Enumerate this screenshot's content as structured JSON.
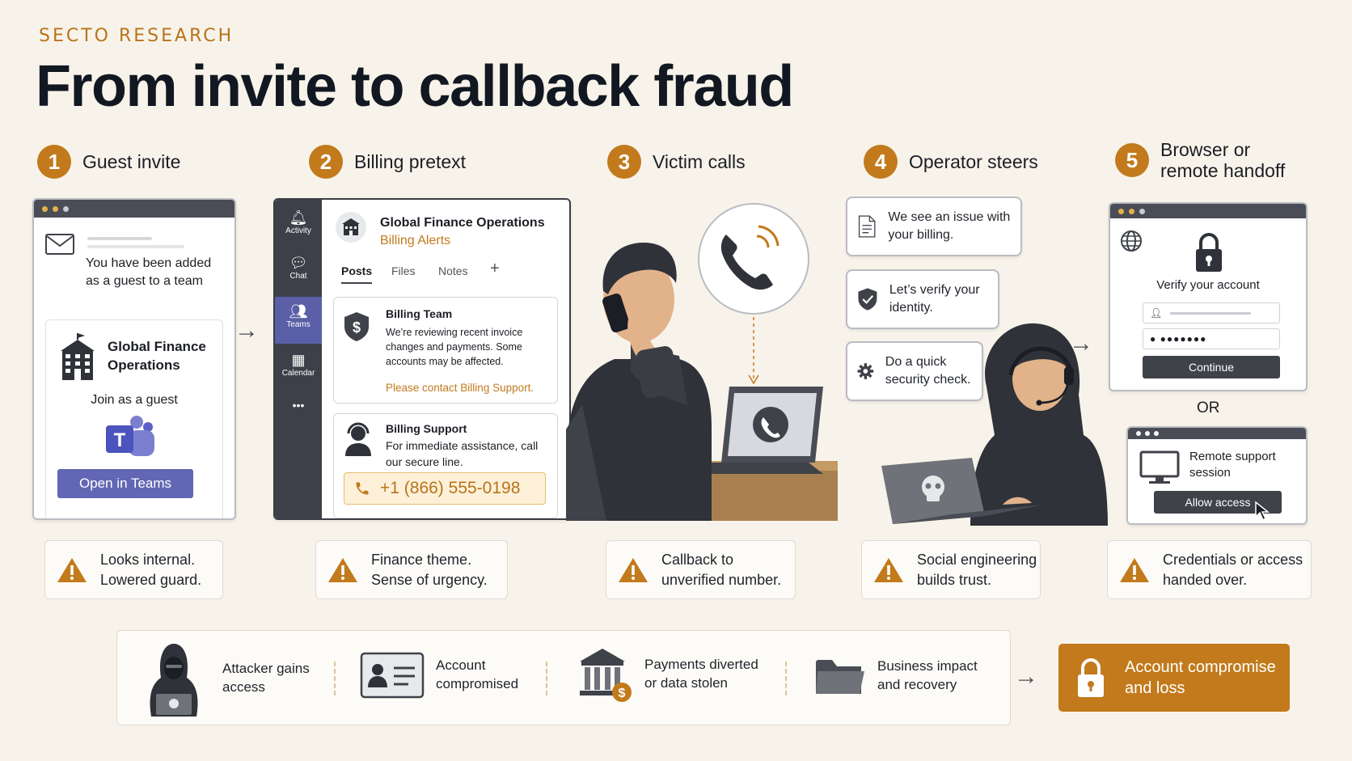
{
  "brand": "SECTO RESEARCH",
  "title": "From invite to callback fraud",
  "colors": {
    "accent": "#c27a1c",
    "dark": "#3f4249",
    "teams": "#6266b4",
    "background": "#f8f3ea"
  },
  "steps": [
    {
      "num": "1",
      "label": "Guest invite"
    },
    {
      "num": "2",
      "label": "Billing pretext"
    },
    {
      "num": "3",
      "label": "Victim calls"
    },
    {
      "num": "4",
      "label": "Operator steers"
    },
    {
      "num": "5",
      "label": "Browser or remote handoff"
    }
  ],
  "invite": {
    "message": "You have been added as a guest to a team",
    "org_name": "Global Finance Operations",
    "join": "Join as a guest",
    "button": "Open in Teams",
    "icons": [
      "mail-icon",
      "building-icon",
      "teams-logo"
    ]
  },
  "teams": {
    "rail": [
      "Activity",
      "Chat",
      "Teams",
      "Calendar",
      "•••"
    ],
    "channel_title": "Global Finance Operations",
    "channel_subtitle": "Billing Alerts",
    "tabs": [
      "Posts",
      "Files",
      "Notes",
      "+"
    ],
    "post1": {
      "author": "Billing Team",
      "text": "We’re reviewing recent invoice changes and payments. Some accounts may be affected.",
      "cta": "Please contact Billing Support."
    },
    "post2": {
      "author": "Billing Support",
      "text": "For immediate assistance, call our secure line.",
      "phone": "+1 (866) 555-0198"
    }
  },
  "operator": {
    "bubbles": [
      {
        "text": "We see an issue with your billing.",
        "icon": "document-icon"
      },
      {
        "text": "Let’s verify your identity.",
        "icon": "shield-check-icon"
      },
      {
        "text": "Do a quick security check.",
        "icon": "gear-icon"
      }
    ]
  },
  "handoff": {
    "verify_title": "Verify your account",
    "continue": "Continue",
    "or": "OR",
    "remote_title": "Remote support session",
    "allow": "Allow access"
  },
  "warnings": [
    "Looks internal. Lowered guard.",
    "Finance theme. Sense of urgency.",
    "Callback to unverified number.",
    "Social engineering builds trust.",
    "Credentials or access handed over."
  ],
  "impact": [
    {
      "text": "Attacker gains access",
      "icon": "hooded-attacker-icon"
    },
    {
      "text": "Account compromised",
      "icon": "id-card-icon"
    },
    {
      "text": "Payments diverted or data stolen",
      "icon": "bank-icon"
    },
    {
      "text": "Business impact and recovery",
      "icon": "folder-icon"
    }
  ],
  "outcome": "Account compromise and loss"
}
